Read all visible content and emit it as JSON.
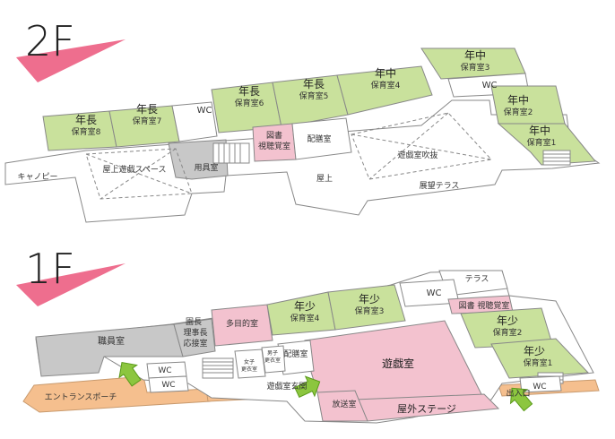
{
  "floor2": {
    "floor_label": "2F",
    "rooms": {
      "nen_chu_3": [
        "年中",
        "保育室3"
      ],
      "wc_right": "WC",
      "nen_chu_2": [
        "年中",
        "保育室2"
      ],
      "nen_chu_1": [
        "年中",
        "保育室1"
      ],
      "nen_chu_4": [
        "年中",
        "保育室4"
      ],
      "nen_cho_5": [
        "年長",
        "保育室5"
      ],
      "nen_cho_6": [
        "年長",
        "保育室6"
      ],
      "wc_left": "WC",
      "nen_cho_7": [
        "年長",
        "保育室7"
      ],
      "nen_cho_8": [
        "年長",
        "保育室8"
      ],
      "library": [
        "図書",
        "視聴覚室"
      ],
      "serving": "配膳室",
      "playroom_void": "遊戯室吹抜",
      "canopy": "キャノピー",
      "rooftop_play": "屋上遊戯スペース",
      "storage": "用具室",
      "rooftop": "屋上",
      "terrace": "展望テラス"
    }
  },
  "floor1": {
    "floor_label": "1F",
    "rooms": {
      "terrace": "テラス",
      "wc_top": "WC",
      "library": "図書 視聴覚室",
      "nen_sho_3": [
        "年少",
        "保育室3"
      ],
      "nen_sho_4": [
        "年少",
        "保育室4"
      ],
      "multipurpose": "多目的室",
      "admin": [
        "園長",
        "理事長",
        "応接室"
      ],
      "staff": "職員室",
      "nen_sho_2": [
        "年少",
        "保育室2"
      ],
      "nen_sho_1": [
        "年少",
        "保育室1"
      ],
      "wc_right": "WC",
      "exit": "出入口",
      "wc_a": "WC",
      "wc_b": "WC",
      "women_change": [
        "女子",
        "更衣室"
      ],
      "men_change": [
        "男子",
        "更衣室"
      ],
      "serving": "配膳室",
      "playroom": "遊戯室",
      "playroom_entrance": "遊戯室玄関",
      "broadcast": "放送室",
      "outdoor_stage": "屋外ステージ",
      "entrance_porch": "エントランスポーチ"
    }
  },
  "colors": {
    "green": "#c9e19c",
    "pink": "#f3c2cf",
    "gray": "#c8c8c8",
    "orange": "#f5bf8e",
    "flag": "#ee6e8e",
    "arrow": "#8cc63f"
  }
}
